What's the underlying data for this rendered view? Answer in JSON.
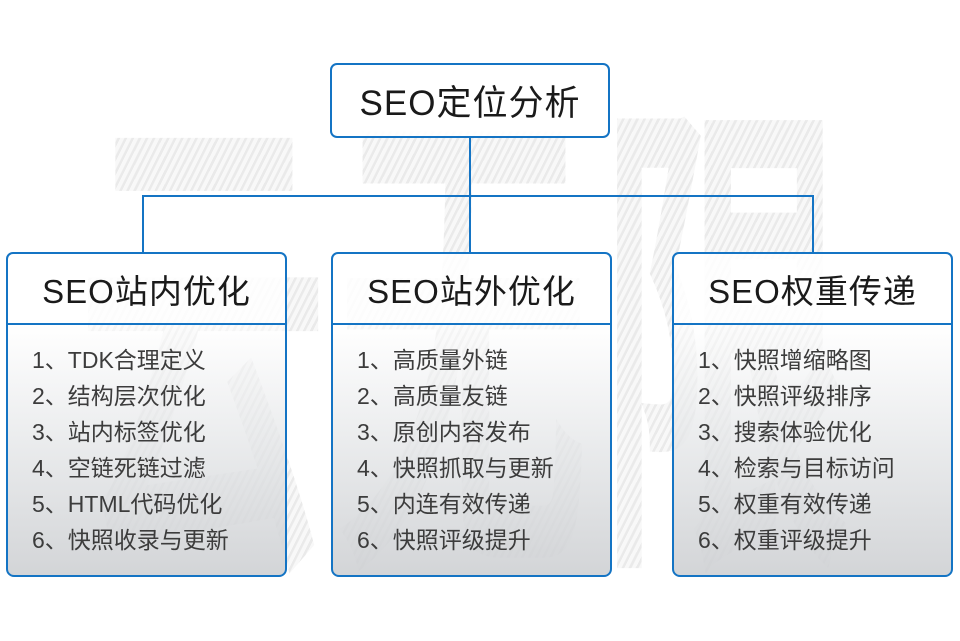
{
  "colors": {
    "accent": "#1474c4",
    "header_text": "#1a1a1a",
    "list_text": "#3c3c3c"
  },
  "watermark": {
    "text": "云无限"
  },
  "root": {
    "title": "SEO定位分析"
  },
  "columns": [
    {
      "title": "SEO站内优化",
      "items": [
        "1、TDK合理定义",
        "2、结构层次优化",
        "3、站内标签优化",
        "4、空链死链过滤",
        "5、HTML代码优化",
        "6、快照收录与更新"
      ]
    },
    {
      "title": "SEO站外优化",
      "items": [
        "1、高质量外链",
        "2、高质量友链",
        "3、原创内容发布",
        "4、快照抓取与更新",
        "5、内连有效传递",
        "6、快照评级提升"
      ]
    },
    {
      "title": "SEO权重传递",
      "items": [
        "1、快照增缩略图",
        "2、快照评级排序",
        "3、搜索体验优化",
        "4、检索与目标访问",
        "5、权重有效传递",
        "6、权重评级提升"
      ]
    }
  ]
}
